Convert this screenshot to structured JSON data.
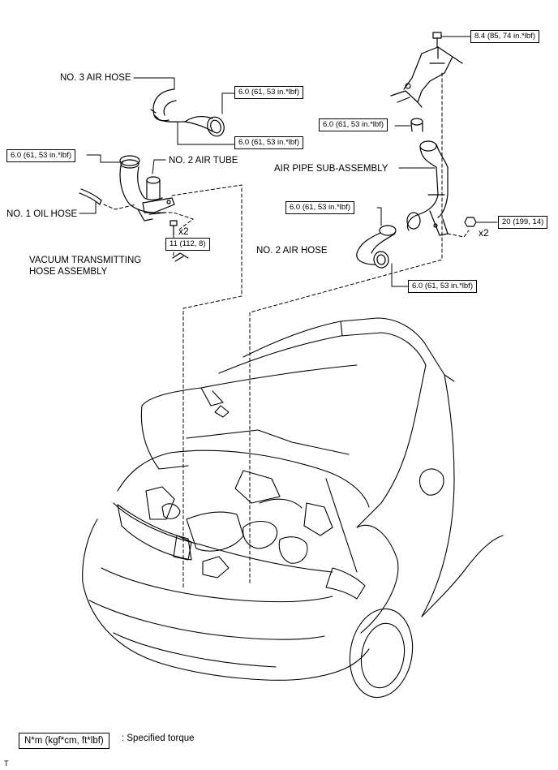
{
  "parts": {
    "no3_air_hose": "NO. 3 AIR HOSE",
    "no2_air_tube": "NO. 2 AIR TUBE",
    "no1_oil_hose": "NO. 1 OIL HOSE",
    "vacuum_hose_line1": "VACUUM TRANSMITTING",
    "vacuum_hose_line2": "HOSE ASSEMBLY",
    "air_pipe_sub_assembly": "AIR PIPE SUB-ASSEMBLY",
    "no2_air_hose": "NO. 2 AIR HOSE"
  },
  "torques": {
    "t1": "6.0 (61, 53 in.*lbf)",
    "t2": "6.0 (61, 53 in.*lbf)",
    "t3": "6.0 (61, 53 in.*lbf)",
    "t4": "11 (112, 8)",
    "t5": "8.4 (85, 74 in.*lbf)",
    "t6": "6.0 (61, 53 in.*lbf)",
    "t7": "6.0 (61, 53 in.*lbf)",
    "t8": "20 (199, 14)",
    "t9": "6.0 (61, 53 in.*lbf)"
  },
  "multipliers": {
    "left": "x2",
    "right": "x2"
  },
  "legend": {
    "unit": "N*m (kgf*cm, ft*lbf)",
    "description": ": Specified torque"
  },
  "corner_mark": "T"
}
